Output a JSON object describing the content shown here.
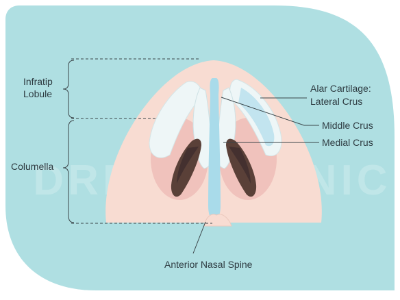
{
  "diagram": {
    "labels": {
      "infratip_line1": "Infratip",
      "infratip_line2": "Lobule",
      "columella": "Columella",
      "alar_line1": "Alar Cartilage:",
      "alar_line2": "Lateral Crus",
      "middle_crus": "Middle Crus",
      "medial_crus": "Medial Crus",
      "anterior_nasal_spine": "Anterior Nasal Spine"
    },
    "watermark": "DREAM CLINIC"
  },
  "colors": {
    "background_panel": "#afdfe2",
    "skin": "#f8dcd2",
    "alar_tint": "#eebab4",
    "nostril": "#5a4038",
    "cartilage": "#eef6f7",
    "cartilage_blue": "#c2e4ef",
    "septum": "#a9dbea",
    "leader_line": "#3a4448"
  }
}
